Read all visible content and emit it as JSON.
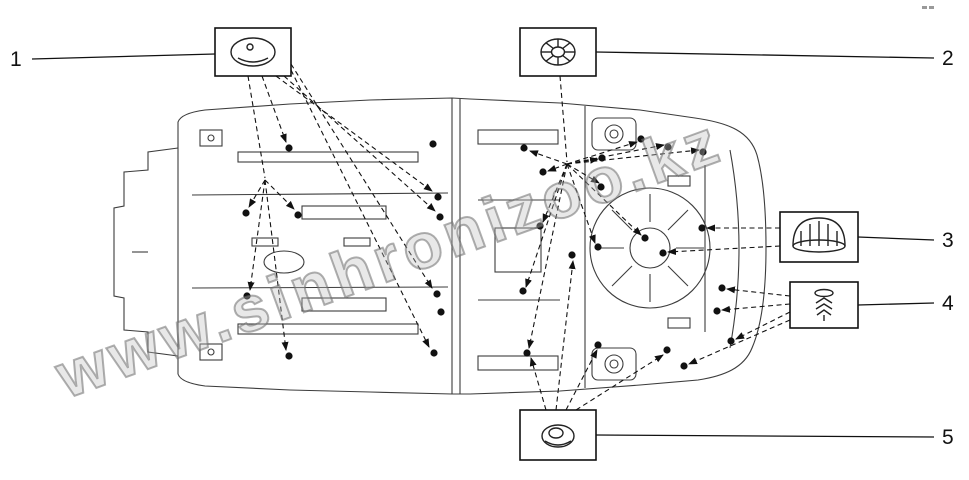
{
  "page": {
    "background": "#ffffff",
    "line_color": "#3c3c3c",
    "accent_color": "#111111",
    "watermark_color": "#9a9a9a"
  },
  "watermark": {
    "text": "www.sinhronizoo.kz"
  },
  "callouts": [
    {
      "number": "1",
      "icon": "oval-blanking-plug-icon"
    },
    {
      "number": "2",
      "icon": "ribbed-round-grommet-icon"
    },
    {
      "number": "3",
      "icon": "dome-cap-plug-icon"
    },
    {
      "number": "4",
      "icon": "expansion-pin-clip-icon"
    },
    {
      "number": "5",
      "icon": "ring-grommet-icon"
    }
  ]
}
